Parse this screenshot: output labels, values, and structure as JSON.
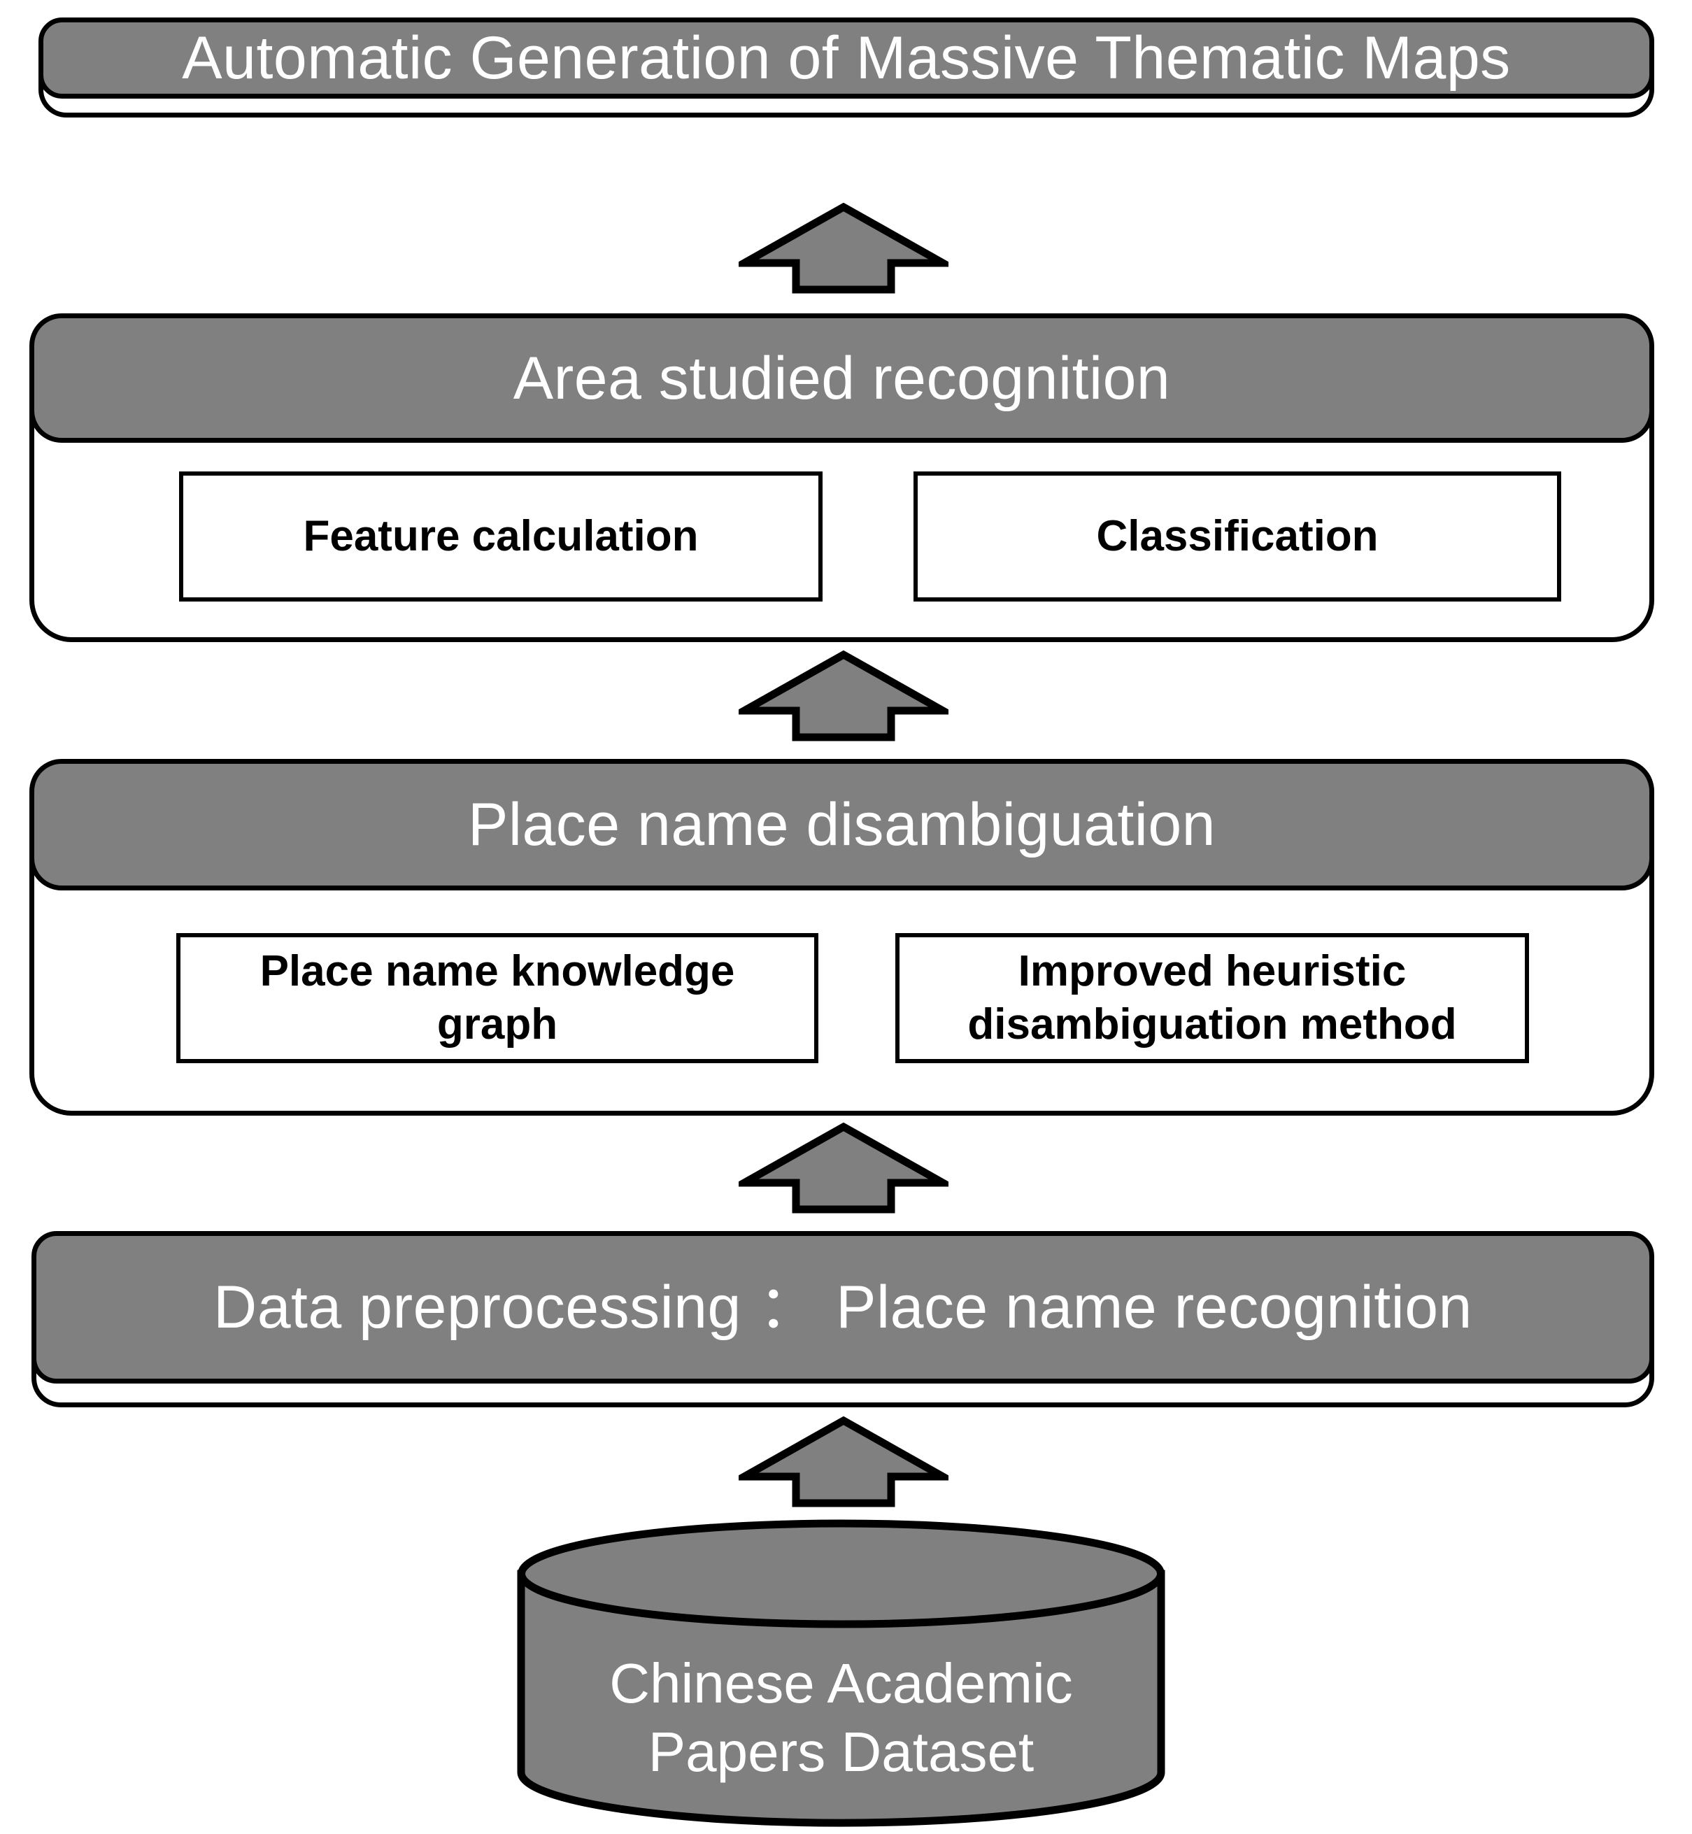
{
  "diagram": {
    "title": "Automatic Generation of Massive Thematic Maps workflow",
    "colors": {
      "header_fill": "#808080",
      "header_text": "#ffffff",
      "outline": "#000000",
      "body_fill": "#ffffff",
      "arrow_fill": "#808080",
      "cylinder_fill": "#808080"
    },
    "stages": [
      {
        "id": "output",
        "header": "Automatic Generation of Massive Thematic Maps",
        "items": []
      },
      {
        "id": "area-studied-recognition",
        "header": "Area studied recognition",
        "items": [
          "Feature calculation",
          "Classification"
        ]
      },
      {
        "id": "place-name-disambiguation",
        "header": "Place name disambiguation",
        "items": [
          "Place name knowledge\ngraph",
          "Improved heuristic\ndisambiguation method"
        ]
      },
      {
        "id": "data-preprocessing",
        "header": "Data preprocessing ： Place name recognition",
        "items": []
      }
    ],
    "datastore": {
      "id": "chinese-academic-papers-dataset",
      "label": "Chinese Academic\nPapers Dataset",
      "shape": "cylinder"
    },
    "arrows": [
      {
        "id": "arrow-preprocessing-to-disambiguation",
        "direction": "up"
      },
      {
        "id": "arrow-disambiguation-to-area-studied",
        "direction": "up"
      },
      {
        "id": "arrow-area-studied-to-output",
        "direction": "up"
      },
      {
        "id": "arrow-dataset-to-preprocessing",
        "direction": "up"
      }
    ]
  }
}
